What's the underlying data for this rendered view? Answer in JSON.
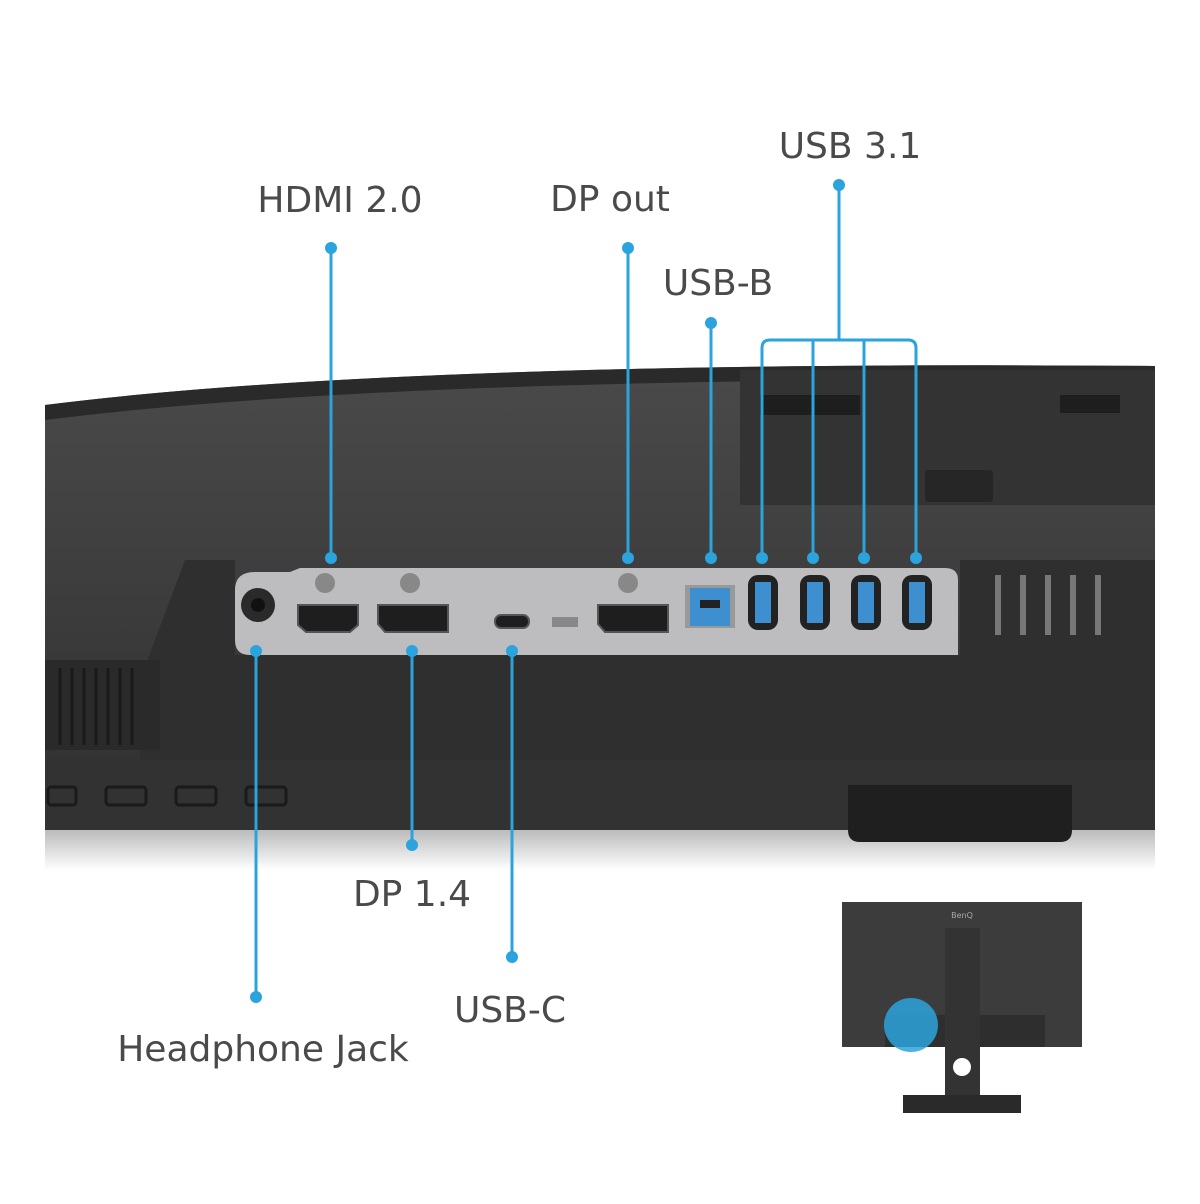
{
  "labels": {
    "hdmi": "HDMI 2.0",
    "dp_out": "DP out",
    "usb_b": "USB-B",
    "usb31": "USB 3.1",
    "headphone": "Headphone Jack",
    "dp14": "DP 1.4",
    "usb_c": "USB-C"
  },
  "colors": {
    "callout": "#2ba3dc",
    "body": "#3b3b3c",
    "panel": "#bdbdc0",
    "usb_blue": "#3d8fd0"
  },
  "inset_logo": "BenQ"
}
